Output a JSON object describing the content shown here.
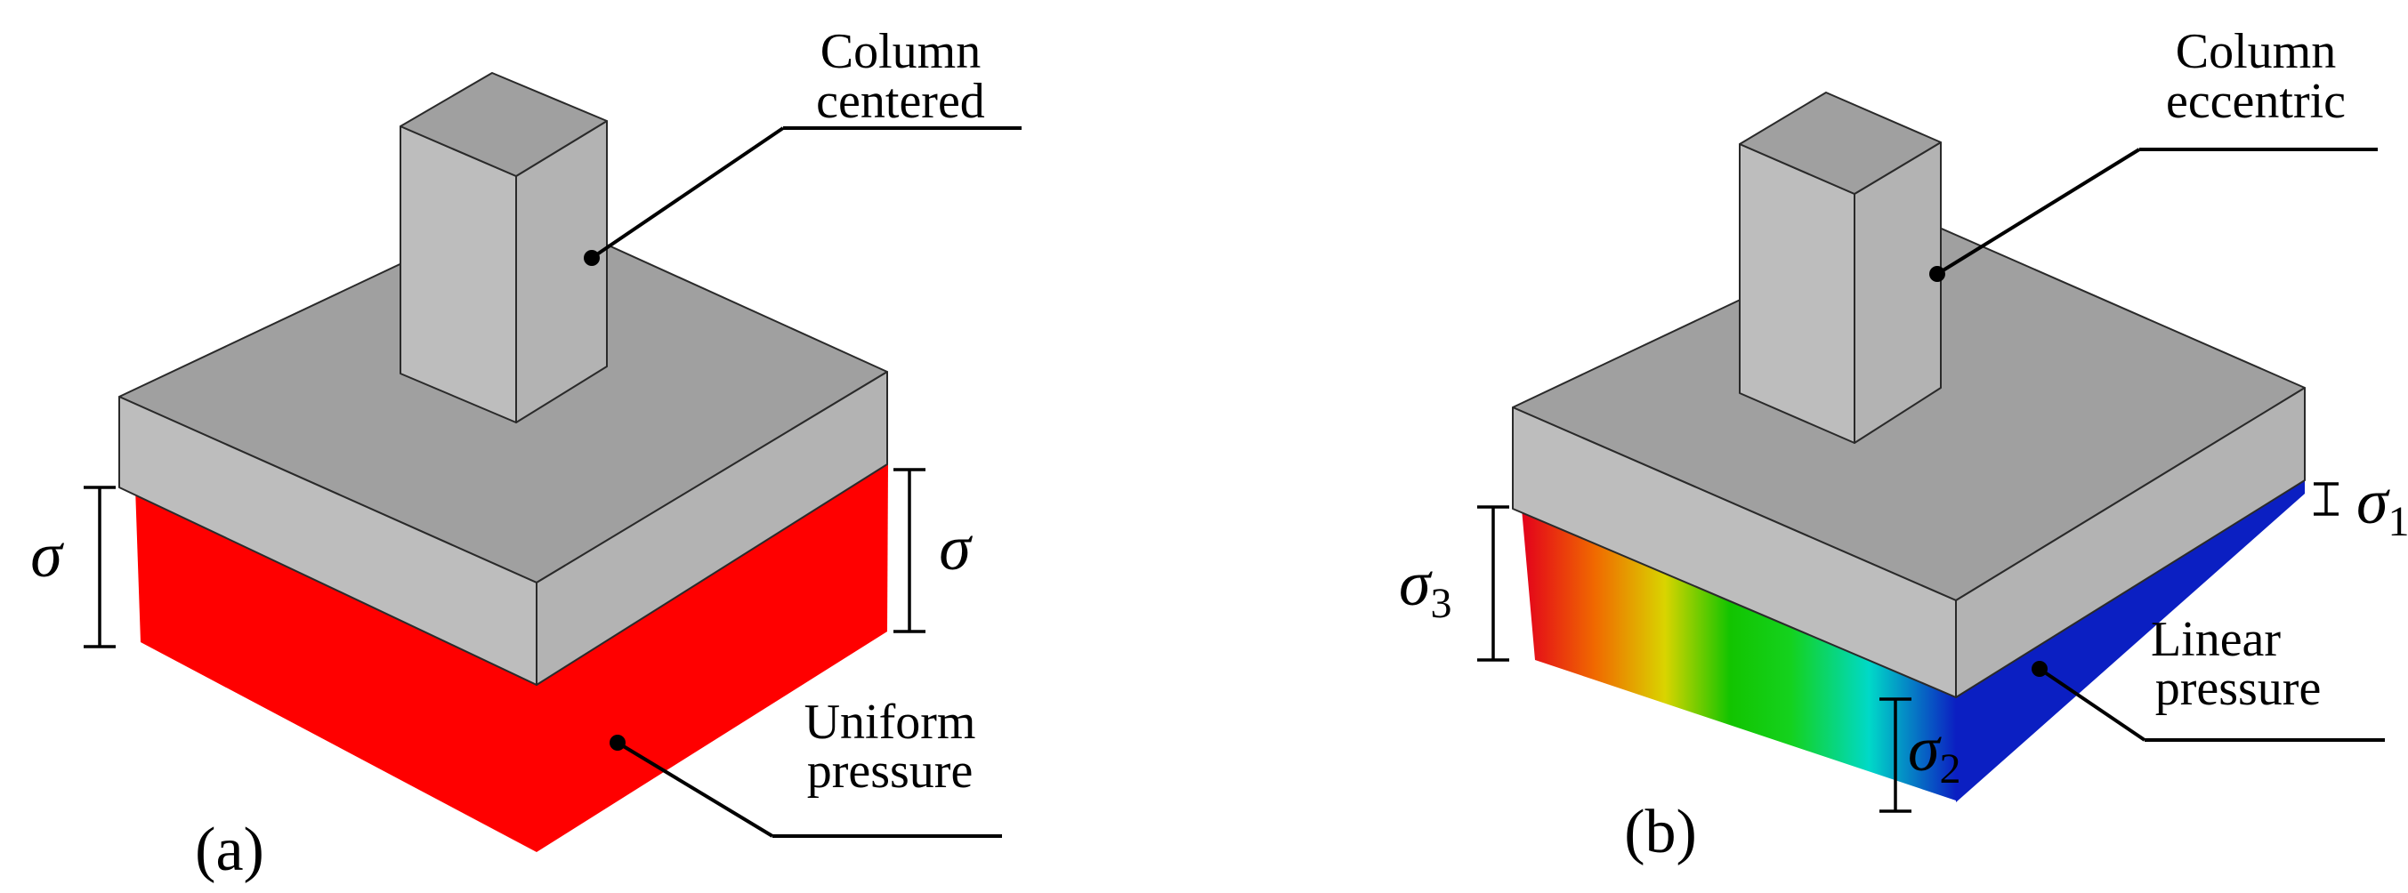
{
  "colors": {
    "concrete_top": "#a0a0a0",
    "concrete_left": "#bdbdbd",
    "concrete_right": "#b3b3b3",
    "uniform_pressure": "#ff0000",
    "gradient_stops": [
      "#e3001b",
      "#f06a00",
      "#d9d400",
      "#12c400",
      "#14d21e",
      "#00d9c8",
      "#0b1fc2"
    ]
  },
  "panel_a": {
    "label": "(a)",
    "column_label": [
      "Column",
      "centered"
    ],
    "pressure_label": [
      "Uniform",
      "pressure"
    ],
    "sigma_left": "σ",
    "sigma_right": "σ"
  },
  "panel_b": {
    "label": "(b)",
    "column_label": [
      "Column",
      "eccentric"
    ],
    "pressure_label": [
      "Linear",
      "pressure"
    ],
    "sigma1": {
      "symbol": "σ",
      "subscript": "1"
    },
    "sigma2": {
      "symbol": "σ",
      "subscript": "2"
    },
    "sigma3": {
      "symbol": "σ",
      "subscript": "3"
    }
  }
}
